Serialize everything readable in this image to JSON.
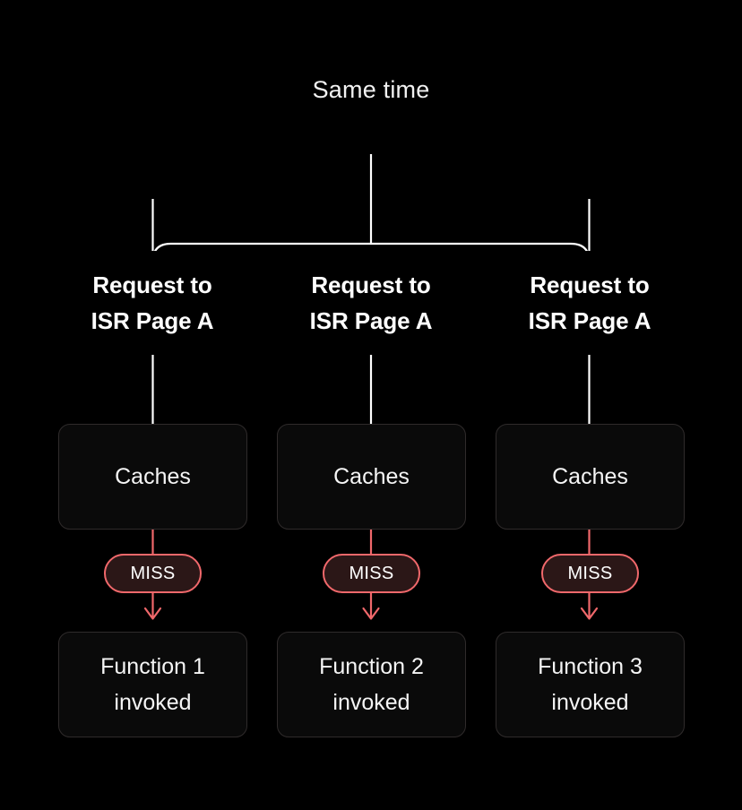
{
  "diagram": {
    "title": "Same time",
    "background_color": "#000000",
    "accent_color": "#f0686b",
    "box_border_color": "#2f2b2b",
    "box_fill_color": "#0a0a0a",
    "badge_fill_color": "#2b1717",
    "line_color": "#ffffff",
    "columns": [
      {
        "request_line1": "Request to",
        "request_line2": "ISR Page A",
        "cache_label": "Caches",
        "badge_label": "MISS",
        "function_line1": "Function 1",
        "function_line2": "invoked"
      },
      {
        "request_line1": "Request to",
        "request_line2": "ISR Page A",
        "cache_label": "Caches",
        "badge_label": "MISS",
        "function_line1": "Function 2",
        "function_line2": "invoked"
      },
      {
        "request_line1": "Request to",
        "request_line2": "ISR Page A",
        "cache_label": "Caches",
        "badge_label": "MISS",
        "function_line1": "Function 3",
        "function_line2": "invoked"
      }
    ]
  }
}
